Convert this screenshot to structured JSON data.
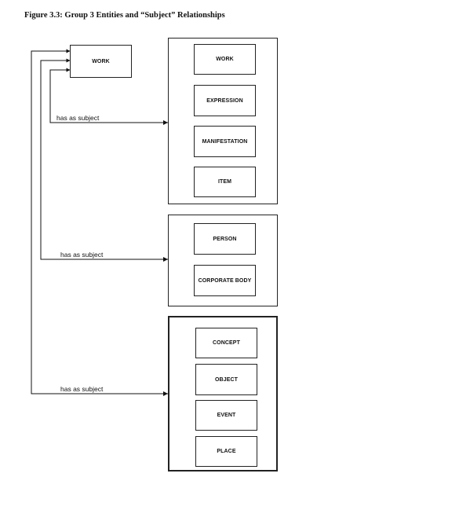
{
  "figure_title": "Figure 3.3:  Group 3 Entities and “Subject” Relationships",
  "source_entity": "WORK",
  "groups": [
    {
      "entities": [
        "WORK",
        "EXPRESSION",
        "MANIFESTATION",
        "ITEM"
      ]
    },
    {
      "entities": [
        "PERSON",
        "CORPORATE BODY"
      ]
    },
    {
      "entities": [
        "CONCEPT",
        "OBJECT",
        "EVENT",
        "PLACE"
      ]
    }
  ],
  "relationship_label": "has as subject",
  "relationships": [
    {
      "label": "has as subject"
    },
    {
      "label": "has as subject"
    },
    {
      "label": "has as subject"
    }
  ]
}
